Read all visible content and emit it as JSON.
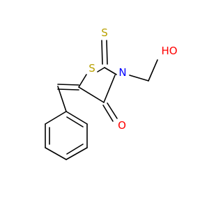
{
  "molecule": {
    "atoms": {
      "S_ring": {
        "symbol": "S",
        "color": "#b8a000"
      },
      "S_thione": {
        "symbol": "S",
        "color": "#b8a000"
      },
      "N": {
        "symbol": "N",
        "color": "#0000ff"
      },
      "O_carbonyl": {
        "symbol": "O",
        "color": "#ff0000"
      },
      "OH": {
        "symbol": "HO",
        "color": "#ff0000"
      }
    }
  }
}
